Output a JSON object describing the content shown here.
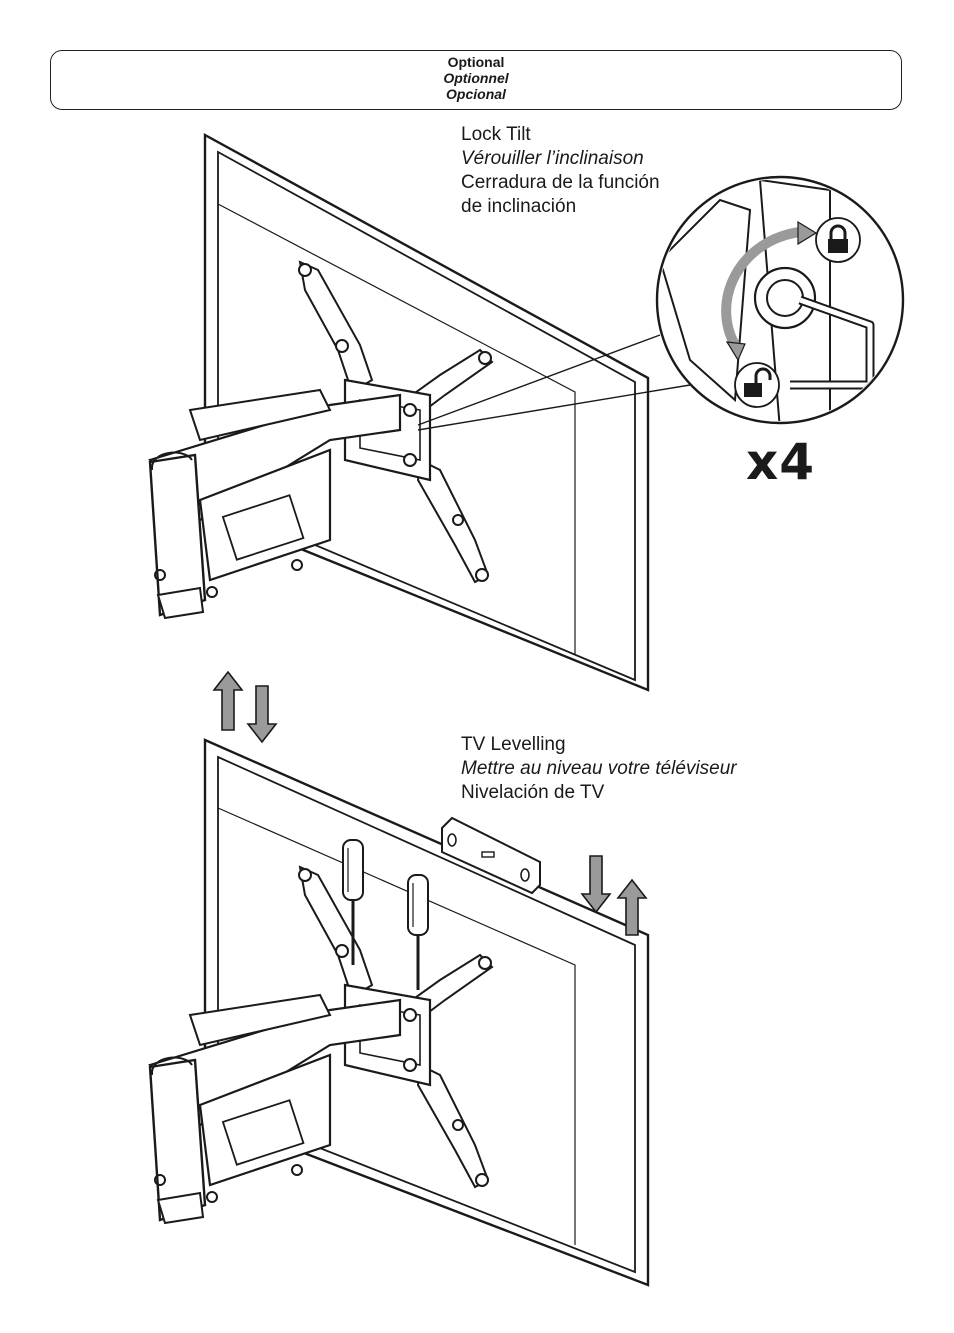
{
  "header": {
    "line1": "Optional",
    "line2": "Optionnel",
    "line3": "Opcional"
  },
  "step_lock_tilt": {
    "title_en": "Lock Tilt",
    "title_fr": "Vérouiller l’inclinaison",
    "title_es_1": "Cerradura de la función",
    "title_es_2": "de inclinación",
    "quantity": "x4",
    "lock_icon": "padlock-closed-icon",
    "unlock_icon": "padlock-open-icon"
  },
  "step_levelling": {
    "title_en": "TV Levelling",
    "title_fr": "Mettre au niveau votre téléviseur",
    "title_es": "Nivelación de TV"
  },
  "colors": {
    "line": "#1a1a1a",
    "fill_gray": "#c8c8c8",
    "arrow_gray": "#9a9a9a"
  }
}
